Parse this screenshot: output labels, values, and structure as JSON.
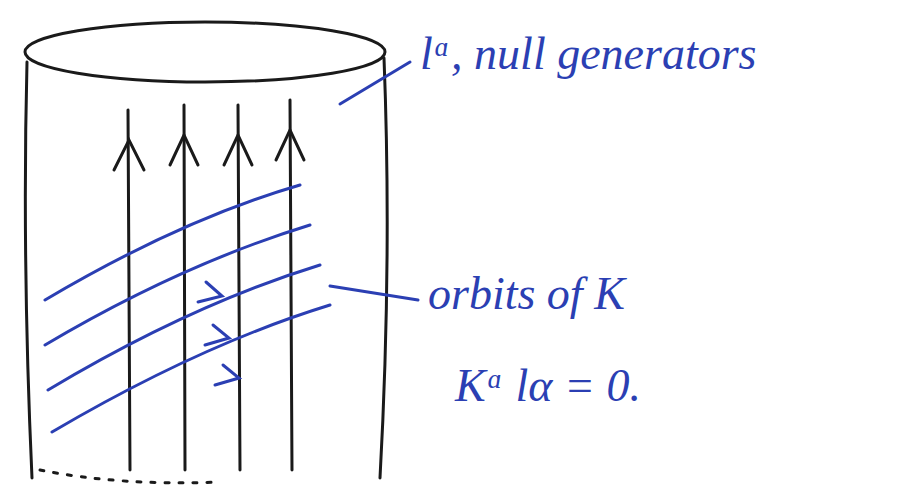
{
  "diagram": {
    "labels": [
      "lᵅ, null generators",
      "orbits of K",
      "Kᵅ lα = 0."
    ]
  }
}
